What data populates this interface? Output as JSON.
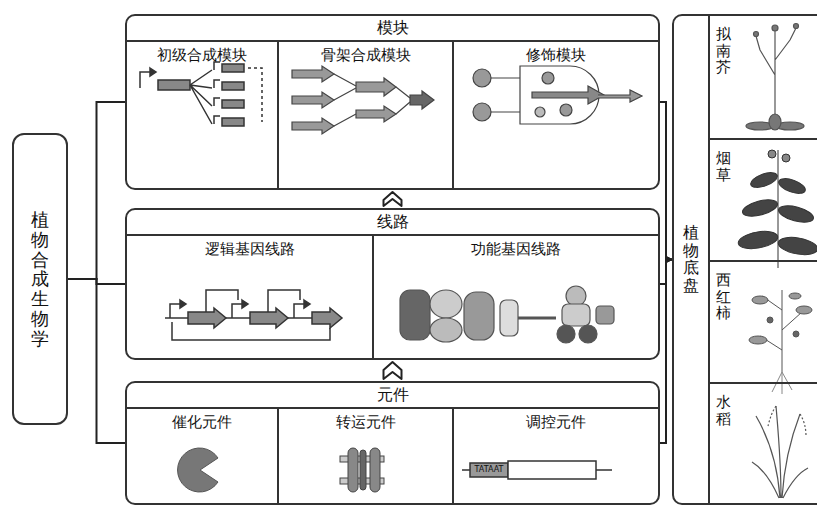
{
  "diagram": {
    "nodes": [
      {
        "text": [
          "植物合成生物学"
        ]
      },
      {
        "text": [
          "模块"
        ]
      },
      {
        "text": [
          "初级合成模块"
        ],
        "in": 1
      },
      {
        "text": [
          "骨架合成模块"
        ],
        "in": 1
      },
      {
        "text": [
          "修饰模块"
        ],
        "in": 1
      },
      {
        "text": [
          "线路"
        ]
      },
      {
        "text": [
          "逻辑基因线路"
        ],
        "in": 5
      },
      {
        "text": [
          "功能基因线路"
        ],
        "in": 5
      },
      {
        "text": [
          "元件"
        ]
      },
      {
        "text": [
          "催化元件"
        ],
        "in": 8
      },
      {
        "text": [
          "转运元件"
        ],
        "in": 8
      },
      {
        "text": [
          "调控元件"
        ],
        "in": 8
      },
      {
        "text": [
          "植物底盘"
        ]
      },
      {
        "text": [
          "拟南芥"
        ],
        "in": 12
      },
      {
        "text": [
          "烟草"
        ],
        "in": 12
      },
      {
        "text": [
          "西红柿"
        ],
        "in": 12
      },
      {
        "text": [
          "水稻"
        ],
        "in": 12
      }
    ],
    "edges": [
      {
        "from": 0,
        "to": 1,
        "arrow": "none"
      },
      {
        "from": 0,
        "to": 5,
        "arrow": "none"
      },
      {
        "from": 0,
        "to": 8,
        "arrow": "none"
      },
      {
        "from": 8,
        "to": 5,
        "arrow": "to"
      },
      {
        "from": 5,
        "to": 1,
        "arrow": "to"
      },
      {
        "from": 1,
        "to": 12,
        "arrow": "to"
      },
      {
        "from": 5,
        "to": 12,
        "arrow": "to"
      },
      {
        "from": 8,
        "to": 12,
        "arrow": "to"
      }
    ],
    "labels": [
      "TATAAT"
    ]
  }
}
